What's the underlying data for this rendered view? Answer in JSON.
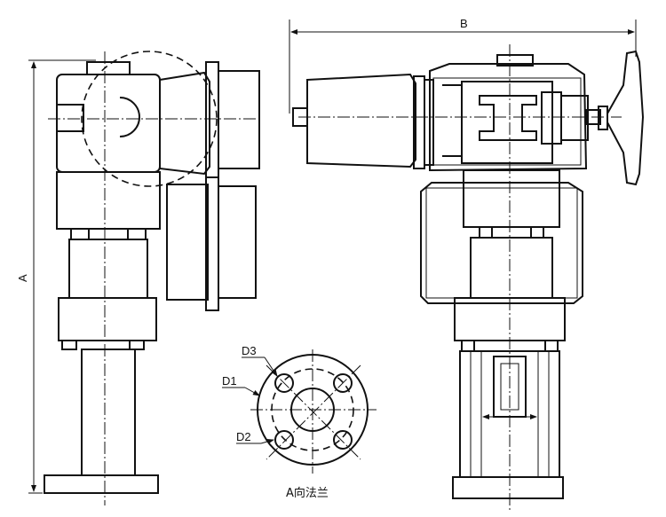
{
  "labels": {
    "dim_a": "A",
    "dim_b": "B",
    "d1": "D1",
    "d2": "D2",
    "d3": "D3",
    "caption": "A向法兰"
  }
}
